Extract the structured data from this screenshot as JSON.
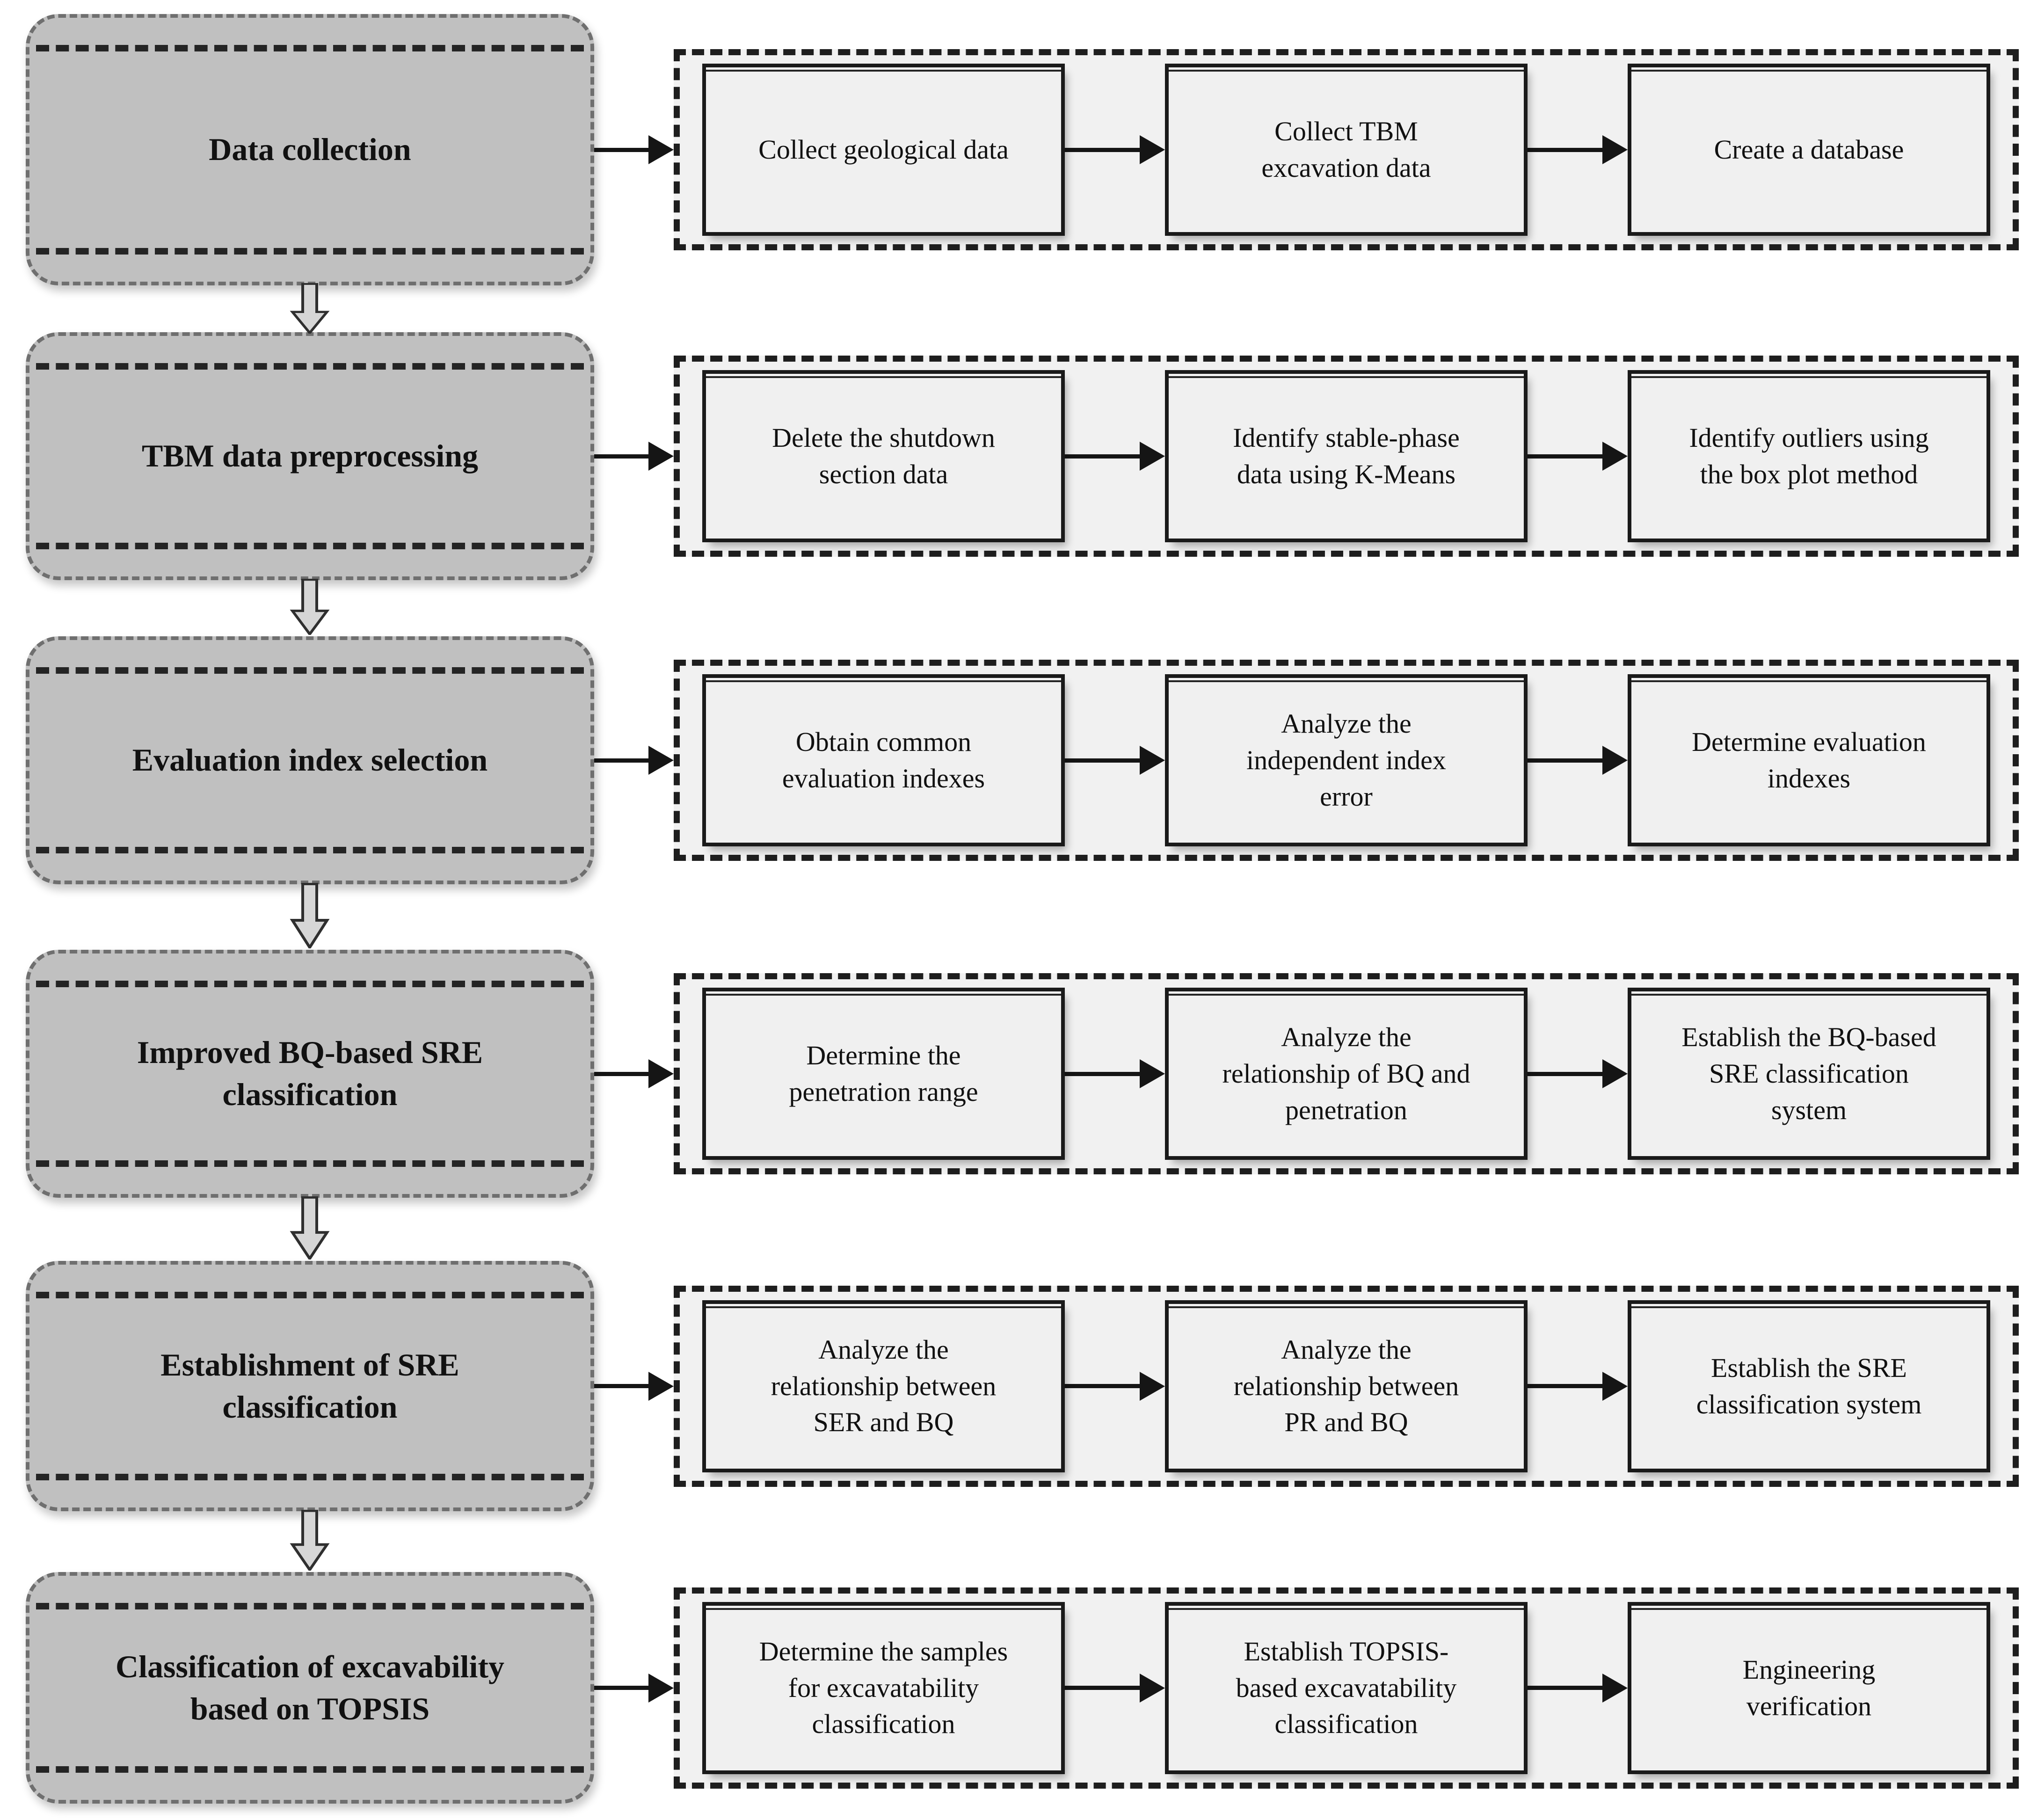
{
  "figure": {
    "type": "flowchart",
    "rows": [
      {
        "stage": "Data collection",
        "steps": [
          "Collect geological data",
          "Collect TBM\nexcavation data",
          "Create a database"
        ]
      },
      {
        "stage": "TBM data preprocessing",
        "steps": [
          "Delete the shutdown\nsection data",
          "Identify stable-phase\ndata using K-Means",
          "Identify outliers using\nthe box plot method"
        ]
      },
      {
        "stage": "Evaluation index selection",
        "steps": [
          "Obtain common\nevaluation indexes",
          "Analyze the\nindependent index\nerror",
          "Determine evaluation\nindexes"
        ]
      },
      {
        "stage": "Improved BQ-based SRE\nclassification",
        "steps": [
          "Determine the\npenetration range",
          "Analyze the\nrelationship of BQ and\npenetration",
          "Establish the BQ-based\nSRE classification\nsystem"
        ]
      },
      {
        "stage": "Establishment of SRE\nclassification",
        "steps": [
          "Analyze the\nrelationship between\nSER and BQ",
          "Analyze the\nrelationship between\nPR and BQ",
          "Establish the SRE\nclassification system"
        ]
      },
      {
        "stage": "Classification of excavability\nbased on TOPSIS",
        "steps": [
          "Determine the samples\nfor excavatability\nclassification",
          "Establish TOPSIS-\nbased excavatability\nclassification",
          "Engineering\nverification"
        ]
      }
    ]
  },
  "colors": {
    "stage_fill": "#c0c0c0",
    "stage_border": "#6f6f6f",
    "inner_dash": "#242424",
    "container_fill": "#f1f1f1",
    "container_border": "#1e1e1e",
    "step_fill": "#f0f0f0",
    "step_border": "#1a1a1a",
    "arrow_solid": "#151515",
    "down_arrow_fill": "#d6d6d6",
    "down_arrow_stroke": "#2f2f2f",
    "background": "#ffffff"
  },
  "icons": {
    "right_arrow": "right-arrow-icon",
    "down_arrow": "down-arrow-icon"
  }
}
